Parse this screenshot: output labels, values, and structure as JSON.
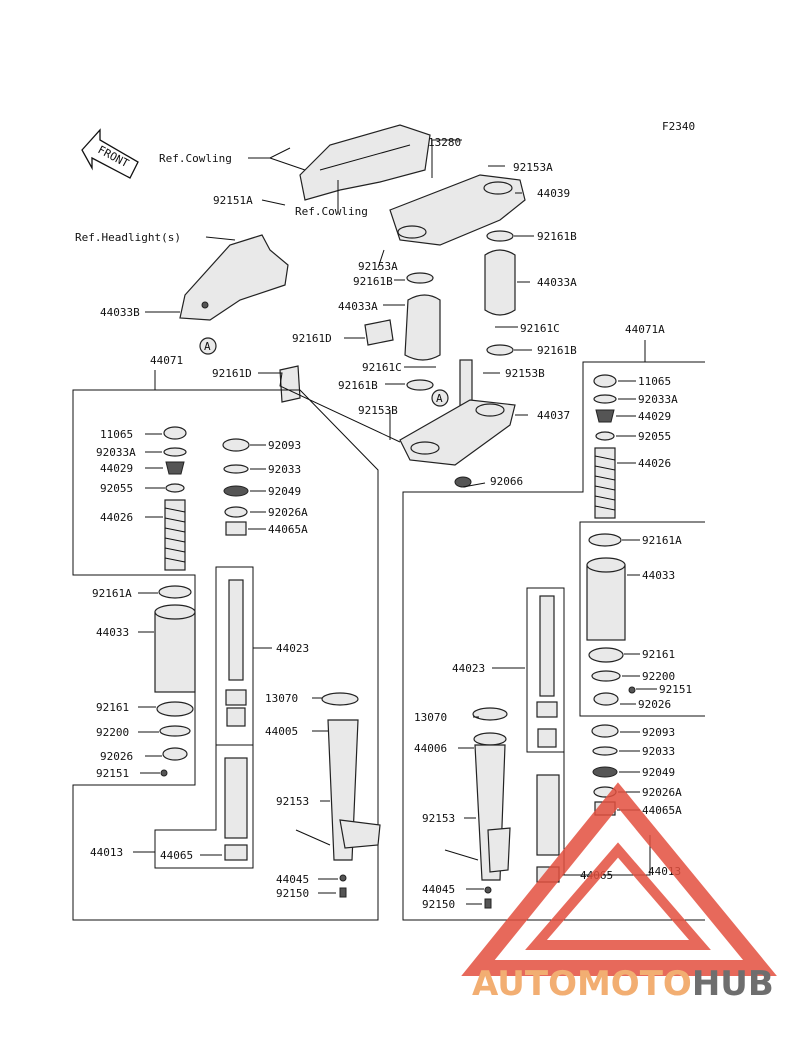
{
  "figure_code": "F2340",
  "front_label": "FRONT",
  "refs": {
    "cowling_1": "Ref.Cowling",
    "cowling_2": "Ref.Cowling",
    "headlight": "Ref.Headlight(s)"
  },
  "callouts": {
    "p13280": "13280",
    "p92153A_1": "92153A",
    "p44039": "44039",
    "p92151A": "92151A",
    "p92161B_1": "92161B",
    "p92153A_2": "92153A",
    "p92161B_2": "92161B",
    "p44033A_right": "44033A",
    "p44033A_left": "44033A",
    "p44033B": "44033B",
    "p92161C_1": "92161C",
    "p92161D_1": "92161D",
    "p92161B_3": "92161B",
    "p92161C_2": "92161C",
    "p92153B_1": "92153B",
    "p44071_left": "44071",
    "p44071A": "44071A",
    "p92161D_2": "92161D",
    "p92161B_4": "92161B",
    "p92153B_2": "92153B",
    "p44037": "44037",
    "p92066": "92066",
    "L_11065": "11065",
    "L_92033A": "92033A",
    "L_44029": "44029",
    "L_92055": "92055",
    "L_44026": "44026",
    "L_92161A": "92161A",
    "L_44033": "44033",
    "L_92161": "92161",
    "L_92200": "92200",
    "L_92026": "92026",
    "L_92151": "92151",
    "L_44013": "44013",
    "L_92093": "92093",
    "L_92033": "92033",
    "L_92049": "92049",
    "L_92026A": "92026A",
    "L_44065A": "44065A",
    "L_44023": "44023",
    "L_13070": "13070",
    "L_44005": "44005",
    "L_92153": "92153",
    "L_44065": "44065",
    "L_44045": "44045",
    "L_92150": "92150",
    "R_11065": "11065",
    "R_92033A": "92033A",
    "R_44029": "44029",
    "R_92055": "92055",
    "R_44026": "44026",
    "R_92161A": "92161A",
    "R_44033": "44033",
    "R_92161": "92161",
    "R_92200": "92200",
    "R_92151": "92151",
    "R_92026": "92026",
    "R_44023": "44023",
    "R_13070": "13070",
    "R_44006": "44006",
    "R_92093": "92093",
    "R_92033": "92033",
    "R_92049": "92049",
    "R_92026A": "92026A",
    "R_44065A": "44065A",
    "R_92153": "92153",
    "R_44065": "44065",
    "R_44013": "44013",
    "R_44045": "44045",
    "R_92150": "92150"
  },
  "detail_marker": "A",
  "watermark": {
    "part1": "AUTOMOTO",
    "part2": "HUB",
    "color_primary": "#f0a15a",
    "color_secondary": "#e3503f",
    "color_dark": "#555555"
  }
}
